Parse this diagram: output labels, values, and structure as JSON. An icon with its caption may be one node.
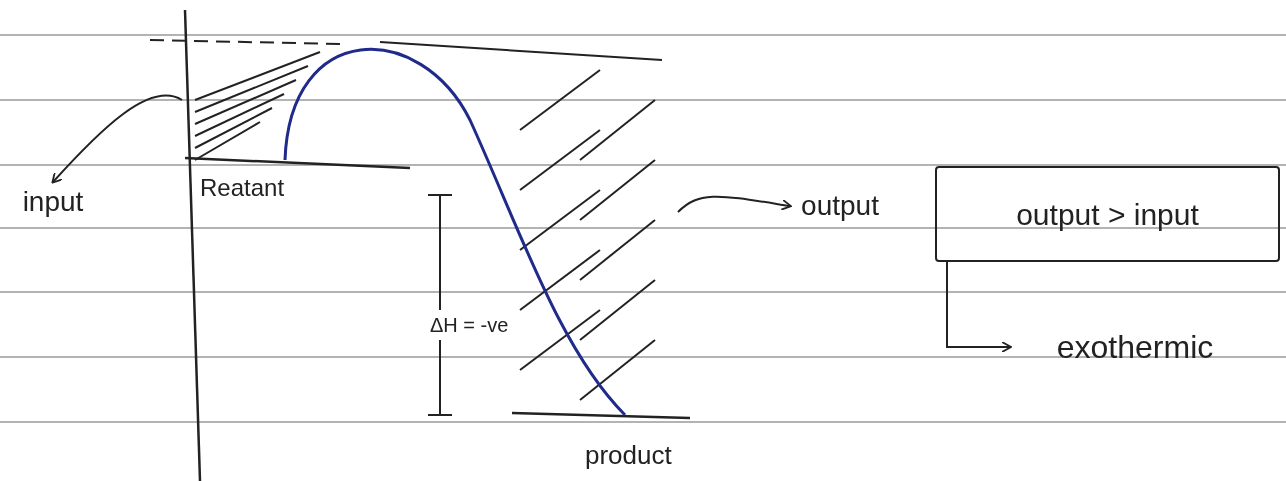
{
  "diagram": {
    "nodes": [
      {
        "text": [
          "input"
        ]
      },
      {
        "text": [
          "output"
        ]
      },
      {
        "text": [
          "output > input"
        ]
      },
      {
        "text": [
          "exothermic"
        ]
      }
    ],
    "edges": [
      {
        "from": null,
        "to": 0,
        "arrow": "to"
      },
      {
        "from": null,
        "to": 1,
        "arrow": "to"
      },
      {
        "from": 2,
        "to": 3,
        "arrow": "to"
      }
    ],
    "labels": [
      "Reatant",
      "ΔH = -ve",
      "product"
    ]
  }
}
